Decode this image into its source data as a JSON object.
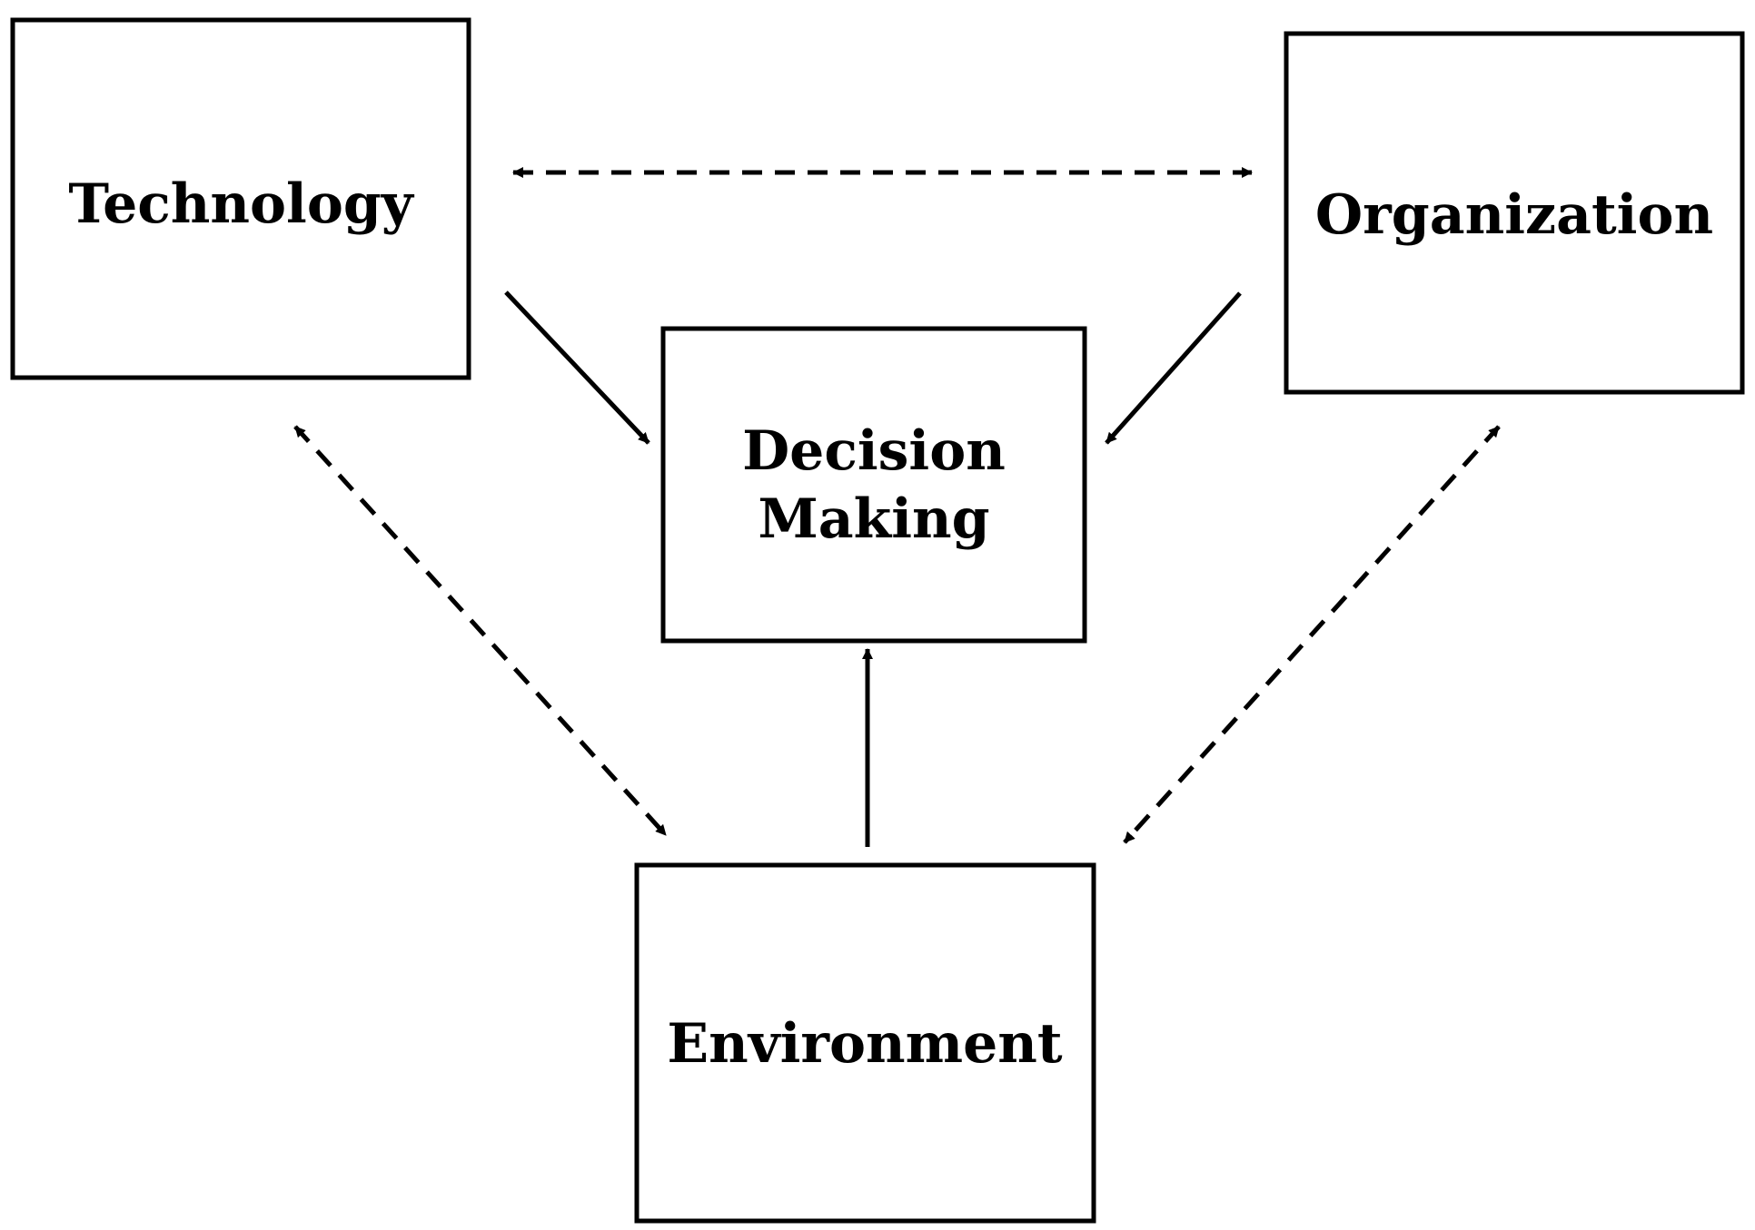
{
  "diagram": {
    "nodes": {
      "technology": {
        "label": "Technology"
      },
      "organization": {
        "label": "Organization"
      },
      "decision_making": {
        "label_line1": "Decision",
        "label_line2": "Making"
      },
      "environment": {
        "label": "Environment"
      }
    },
    "edges": [
      {
        "from": "technology",
        "to": "organization",
        "style": "dashed",
        "direction": "bidirectional"
      },
      {
        "from": "technology",
        "to": "decision_making",
        "style": "solid",
        "direction": "forward"
      },
      {
        "from": "organization",
        "to": "decision_making",
        "style": "solid",
        "direction": "forward"
      },
      {
        "from": "environment",
        "to": "decision_making",
        "style": "solid",
        "direction": "forward"
      },
      {
        "from": "technology",
        "to": "environment",
        "style": "dashed",
        "direction": "bidirectional"
      },
      {
        "from": "organization",
        "to": "environment",
        "style": "dashed",
        "direction": "bidirectional"
      }
    ],
    "colors": {
      "stroke": "#000000",
      "background": "#ffffff"
    }
  }
}
